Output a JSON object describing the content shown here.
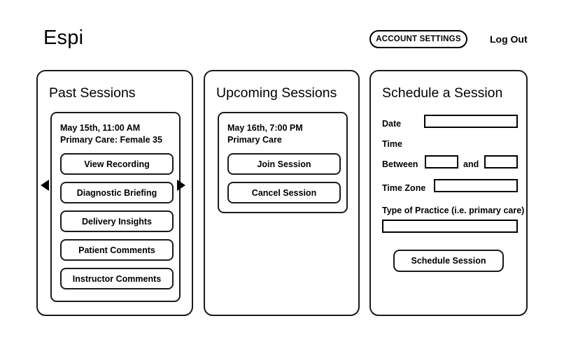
{
  "header": {
    "brand": "Espi",
    "account_settings_label": "ACCOUNT SETTINGS",
    "logout_label": "Log Out"
  },
  "past_sessions": {
    "title": "Past Sessions",
    "carousel": {
      "prev_icon": "triangle-left-icon",
      "next_icon": "triangle-right-icon"
    },
    "session": {
      "datetime": "May 15th, 11:00 AM",
      "description": "Primary Care: Female 35",
      "actions": [
        {
          "label": "View Recording"
        },
        {
          "label": "Diagnostic Briefing"
        },
        {
          "label": "Delivery Insights"
        },
        {
          "label": "Patient Comments"
        },
        {
          "label": "Instructor Comments"
        }
      ]
    }
  },
  "upcoming_sessions": {
    "title": "Upcoming Sessions",
    "session": {
      "datetime": "May 16th, 7:00 PM",
      "description": "Primary Care",
      "actions": [
        {
          "label": "Join Session"
        },
        {
          "label": "Cancel Session"
        }
      ]
    }
  },
  "schedule_session": {
    "title": "Schedule a Session",
    "fields": {
      "date_label": "Date",
      "date_value": "",
      "date_placeholder": "",
      "time_label": "Time",
      "between_label": "Between",
      "between_start_value": "",
      "and_label": "and",
      "between_end_value": "",
      "timezone_label": "Time Zone",
      "timezone_value": "",
      "practice_label": "Type of Practice (i.e. primary care)",
      "practice_value": ""
    },
    "submit_label": "Schedule Session"
  },
  "colors": {
    "background": "#ffffff",
    "outline": "#1b1b1b",
    "text": "#000000"
  }
}
